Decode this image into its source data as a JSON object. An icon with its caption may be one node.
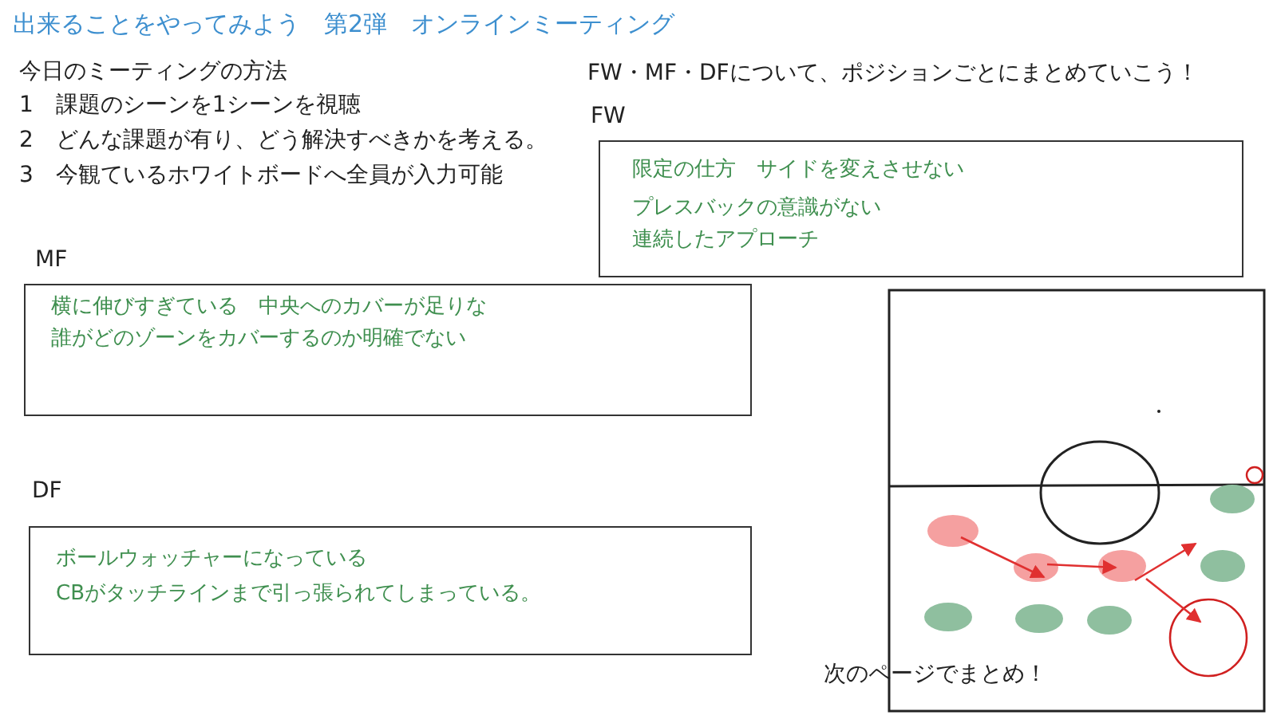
{
  "diagram": {
    "title": "出来ることをやってみよう　第2弾　オンラインミーティング",
    "nodes": [
      {
        "text": [
          "FW",
          "限定の仕方　サイドを変えさせない",
          "プレスバックの意識がない",
          "連続したアプローチ"
        ]
      },
      {
        "text": [
          "MF",
          "横に伸びすぎている　中央へのカバーが足りな",
          "誰がどのゾーンをカバーするのか明確でない"
        ]
      },
      {
        "text": [
          "DF",
          "ボールウォッチャーになっている",
          "CBがタッチラインまで引っ張られてしまっている。"
        ]
      }
    ],
    "edges": [],
    "labels": [
      "今日のミーティングの方法",
      "1　課題のシーンを1シーンを視聴",
      "2　どんな課題が有り、どう解決すべきかを考える。",
      "3　今観ているホワイトボードへ全員が入力可能",
      "FW・MF・DFについて、ポジションごとにまとめていこう！",
      "次のページでまとめ！"
    ]
  }
}
